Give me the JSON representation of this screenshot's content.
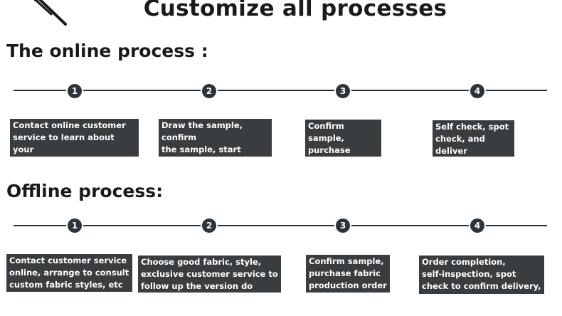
{
  "title": "Customize all processes",
  "online": {
    "heading": "The online process :",
    "steps": [
      {
        "number": "1",
        "text": "Contact online customer\nservice to learn about your\ncustomization requirements."
      },
      {
        "number": "2",
        "text": "Draw the sample, confirm\nthe sample, start making\nthe plate"
      },
      {
        "number": "3",
        "text": "Confirm sample,\npurchase fabric\nproduction order"
      },
      {
        "number": "4",
        "text": "Self check, spot\ncheck, and deliver\nafter completion"
      }
    ]
  },
  "offline": {
    "heading": "Offline process:",
    "steps": [
      {
        "number": "1",
        "text": "Contact customer service\nonline, arrange to consult\ncustom fabric styles, etc"
      },
      {
        "number": "2",
        "text": "Choose good fabric, style,\nexclusive customer service to\nfollow up the version do sample"
      },
      {
        "number": "3",
        "text": "Confirm sample,\npurchase fabric\nproduction order"
      },
      {
        "number": "4",
        "text": "Order completion,\nself-inspection, spot\ncheck to confirm delivery,"
      }
    ]
  },
  "colors": {
    "box": "#3a3d40",
    "line": "#2b333b"
  },
  "icons": {
    "header": "scissors-icon"
  }
}
